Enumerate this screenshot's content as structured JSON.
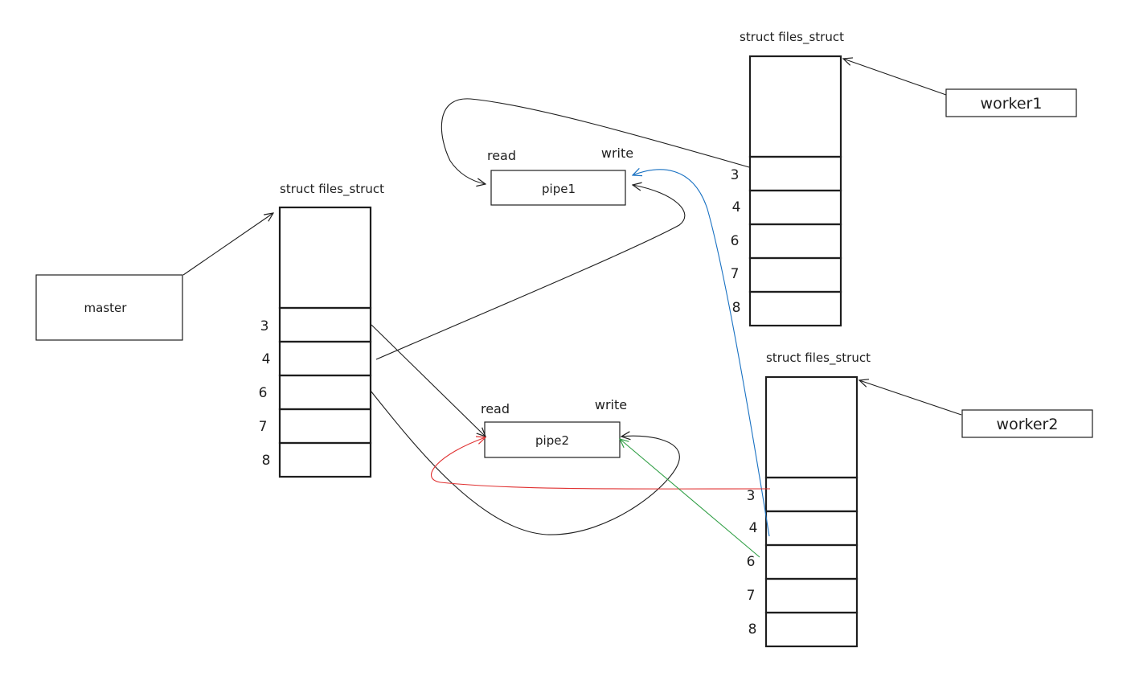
{
  "processes": {
    "master": "master",
    "worker1": "worker1",
    "worker2": "worker2"
  },
  "structs": {
    "master": "struct files_struct",
    "worker1": "struct files_struct",
    "worker2": "struct files_struct"
  },
  "fd_numbers": [
    "3",
    "4",
    "6",
    "7",
    "8"
  ],
  "pipes": {
    "pipe1": {
      "name": "pipe1",
      "read": "read",
      "write": "write"
    },
    "pipe2": {
      "name": "pipe2",
      "read": "read",
      "write": "write"
    }
  },
  "colors": {
    "stroke": "#1e1e1e",
    "blue": "#1971c2",
    "red": "#e03131",
    "green": "#2f9e44"
  }
}
